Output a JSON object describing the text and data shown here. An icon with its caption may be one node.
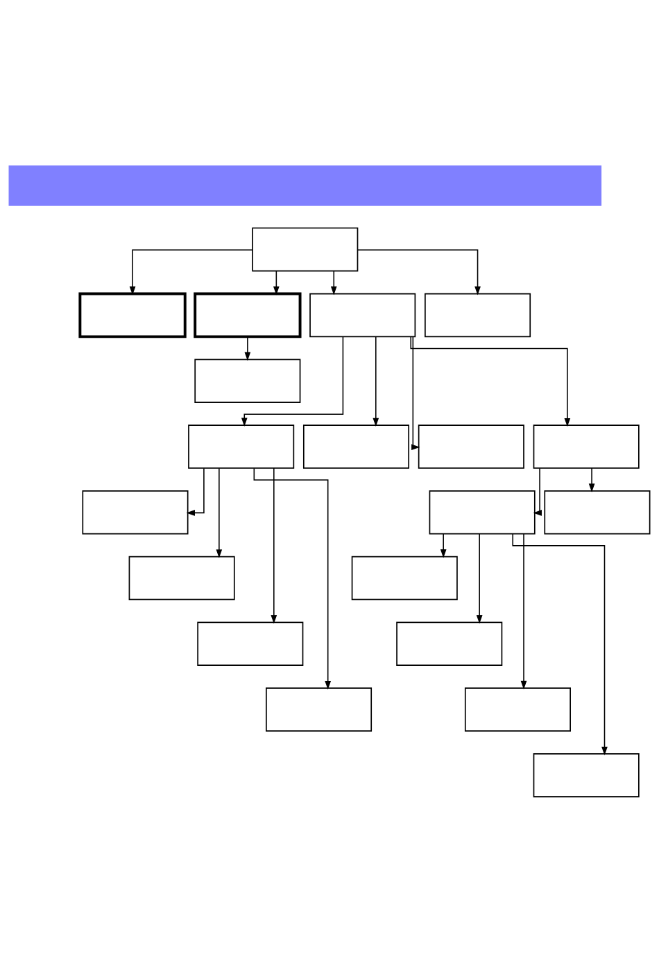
{
  "diagram": {
    "nodes": [
      {
        "text": [],
        "shape": "bar"
      },
      {
        "text": [],
        "shape": "box"
      },
      {
        "text": [],
        "shape": "box"
      },
      {
        "text": [],
        "shape": "box"
      },
      {
        "text": [],
        "shape": "box"
      },
      {
        "text": [],
        "shape": "box"
      },
      {
        "text": [],
        "shape": "box"
      },
      {
        "text": [],
        "shape": "box"
      },
      {
        "text": [],
        "shape": "box"
      },
      {
        "text": [],
        "shape": "box"
      },
      {
        "text": [],
        "shape": "box"
      },
      {
        "text": [],
        "shape": "box"
      },
      {
        "text": [],
        "shape": "box"
      },
      {
        "text": [],
        "shape": "box"
      },
      {
        "text": [],
        "shape": "box"
      },
      {
        "text": [],
        "shape": "box"
      },
      {
        "text": [],
        "shape": "box"
      },
      {
        "text": [],
        "shape": "box"
      },
      {
        "text": [],
        "shape": "box"
      },
      {
        "text": [],
        "shape": "box"
      },
      {
        "text": [],
        "shape": "box"
      }
    ],
    "edges": [
      {
        "from": 1,
        "to": 2,
        "arrow": "to"
      },
      {
        "from": 1,
        "to": 3,
        "arrow": "to"
      },
      {
        "from": 1,
        "to": 4,
        "arrow": "to"
      },
      {
        "from": 1,
        "to": 5,
        "arrow": "to"
      },
      {
        "from": 3,
        "to": 6,
        "arrow": "to"
      },
      {
        "from": 4,
        "to": 7,
        "arrow": "to"
      },
      {
        "from": 4,
        "to": 8,
        "arrow": "to"
      },
      {
        "from": 4,
        "to": 9,
        "arrow": "to"
      },
      {
        "from": 4,
        "to": 10,
        "arrow": "to"
      },
      {
        "from": 7,
        "to": 11,
        "arrow": "to"
      },
      {
        "from": 7,
        "to": 14,
        "arrow": "to"
      },
      {
        "from": 7,
        "to": 16,
        "arrow": "to"
      },
      {
        "from": 7,
        "to": 18,
        "arrow": "to"
      },
      {
        "from": 10,
        "to": 12,
        "arrow": "to"
      },
      {
        "from": 10,
        "to": 13,
        "arrow": "to"
      },
      {
        "from": 12,
        "to": 15,
        "arrow": "to"
      },
      {
        "from": 12,
        "to": 17,
        "arrow": "to"
      },
      {
        "from": 12,
        "to": 19,
        "arrow": "to"
      },
      {
        "from": 12,
        "to": 20,
        "arrow": "to"
      }
    ]
  }
}
